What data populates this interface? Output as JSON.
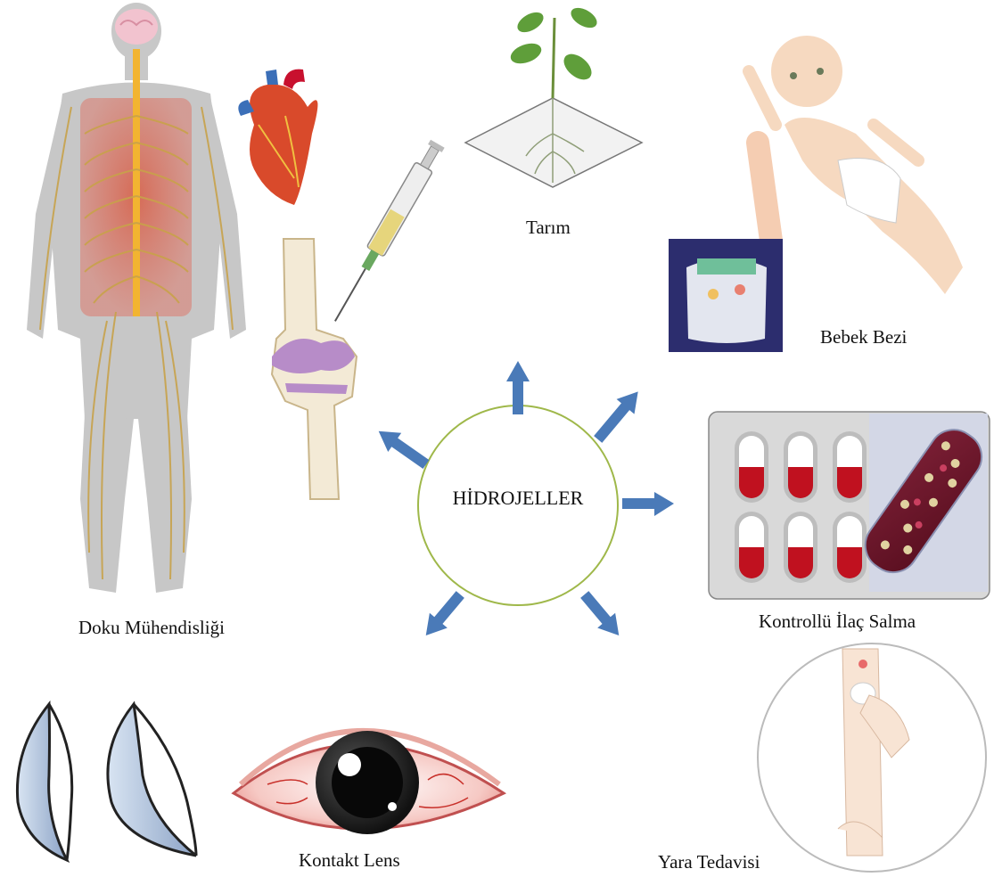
{
  "center": {
    "label": "HİDROJELLER"
  },
  "applications": {
    "tissue": "Doku Mühendisliği",
    "agriculture": "Tarım",
    "diaper": "Bebek Bezi",
    "drug": "Kontrollü İlaç Salma",
    "wound": "Yara Tedavisi",
    "lens": "Kontakt Lens"
  },
  "colors": {
    "arrow": "#4a7ab8",
    "circle_stroke": "#9fb84a",
    "capsule_red": "#c0111f",
    "nerve": "#c8a24a"
  }
}
